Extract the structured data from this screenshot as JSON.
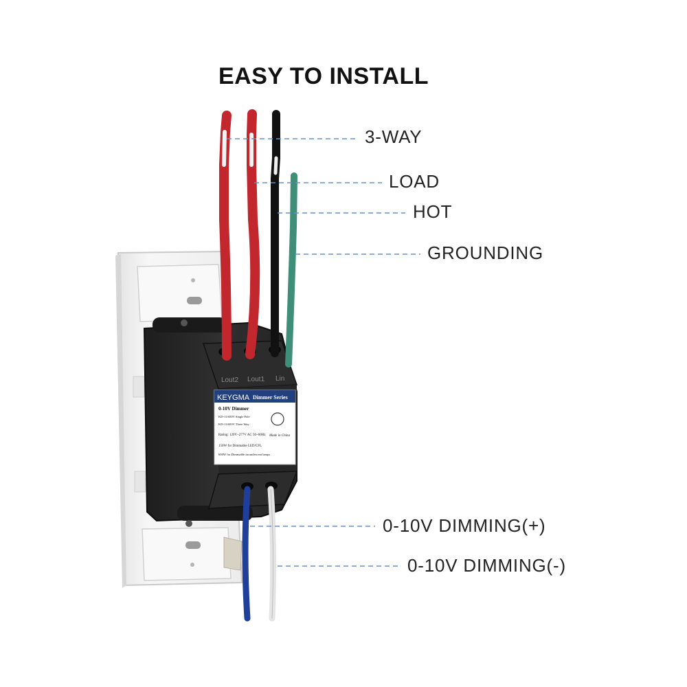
{
  "title": "EASY TO INSTALL",
  "callouts": {
    "three_way": "3-WAY",
    "load": "LOAD",
    "hot": "HOT",
    "grounding": "GROUNDING",
    "dimming_plus": "0-10V DIMMING(+)",
    "dimming_minus": "0-10V DIMMING(-)"
  },
  "device": {
    "terminals": [
      "Lout2",
      "Lout1",
      "Lin"
    ],
    "brand": "KEYGMA",
    "series": "Dimmer Series",
    "product": "0-10V Dimmer",
    "models": [
      "KD-11AE0V Single Pole",
      "KD-11AE0V Three Way"
    ],
    "rating": "Rating: 120V~277V AC 50~60Hz",
    "load_led": "150W for Dimmable LED/CFL",
    "load_incandescent": "600W for Dimmable incandescent lamps",
    "origin": "Made in China"
  },
  "colors": {
    "wire_red": "#c1272d",
    "wire_black": "#111111",
    "wire_green": "#3f8f78",
    "wire_blue": "#1f3f9a",
    "wire_white": "#eeeeee",
    "callout_line": "#6a8fc0",
    "device_body": "#2a2a2a",
    "label_header": "#23407e"
  }
}
